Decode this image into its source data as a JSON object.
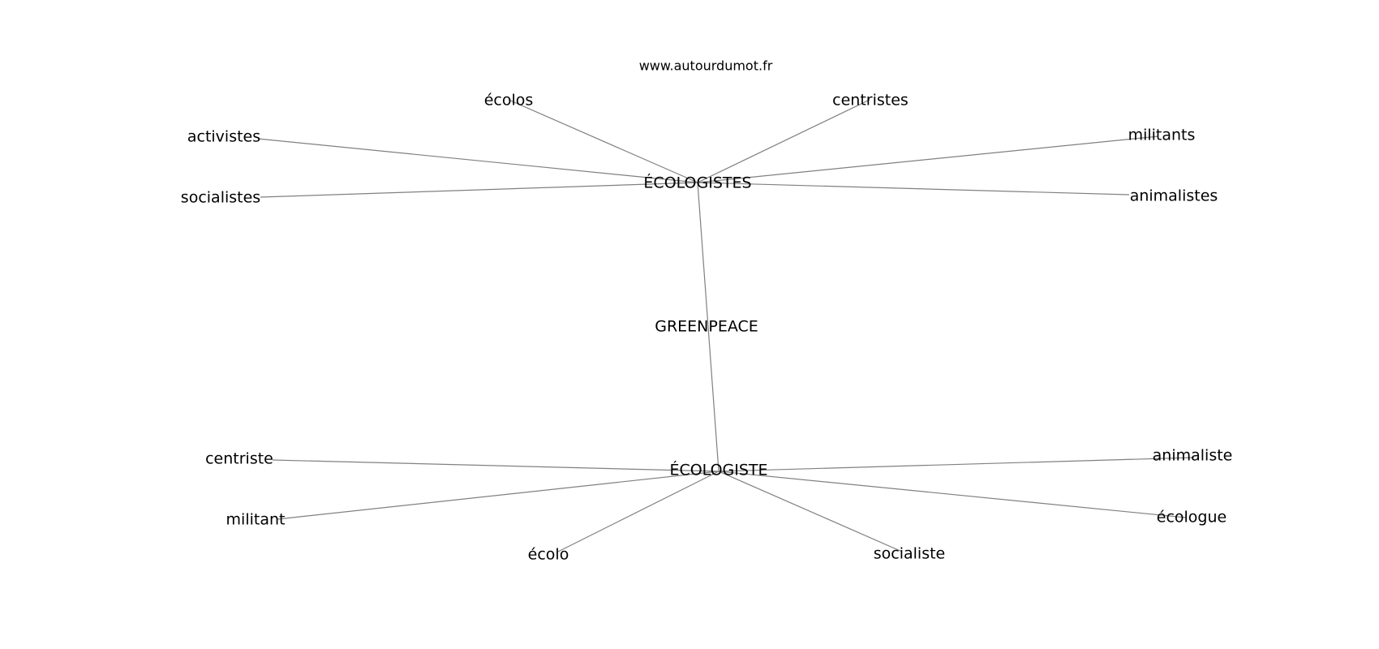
{
  "source": "www.autourdumot.fr",
  "center": "GREENPEACE",
  "hubs": [
    {
      "id": "hub-ecologistes",
      "label": "ÉCOLOGISTES",
      "leaves": [
        "écolos",
        "centristes",
        "activistes",
        "militants",
        "socialistes",
        "animalistes"
      ]
    },
    {
      "id": "hub-ecologiste",
      "label": "ÉCOLOGISTE",
      "leaves": [
        "centriste",
        "animaliste",
        "militant",
        "écologue",
        "écolo",
        "socialiste"
      ]
    }
  ],
  "colors": {
    "edge": "#808080",
    "text": "#000000",
    "background": "#ffffff"
  }
}
